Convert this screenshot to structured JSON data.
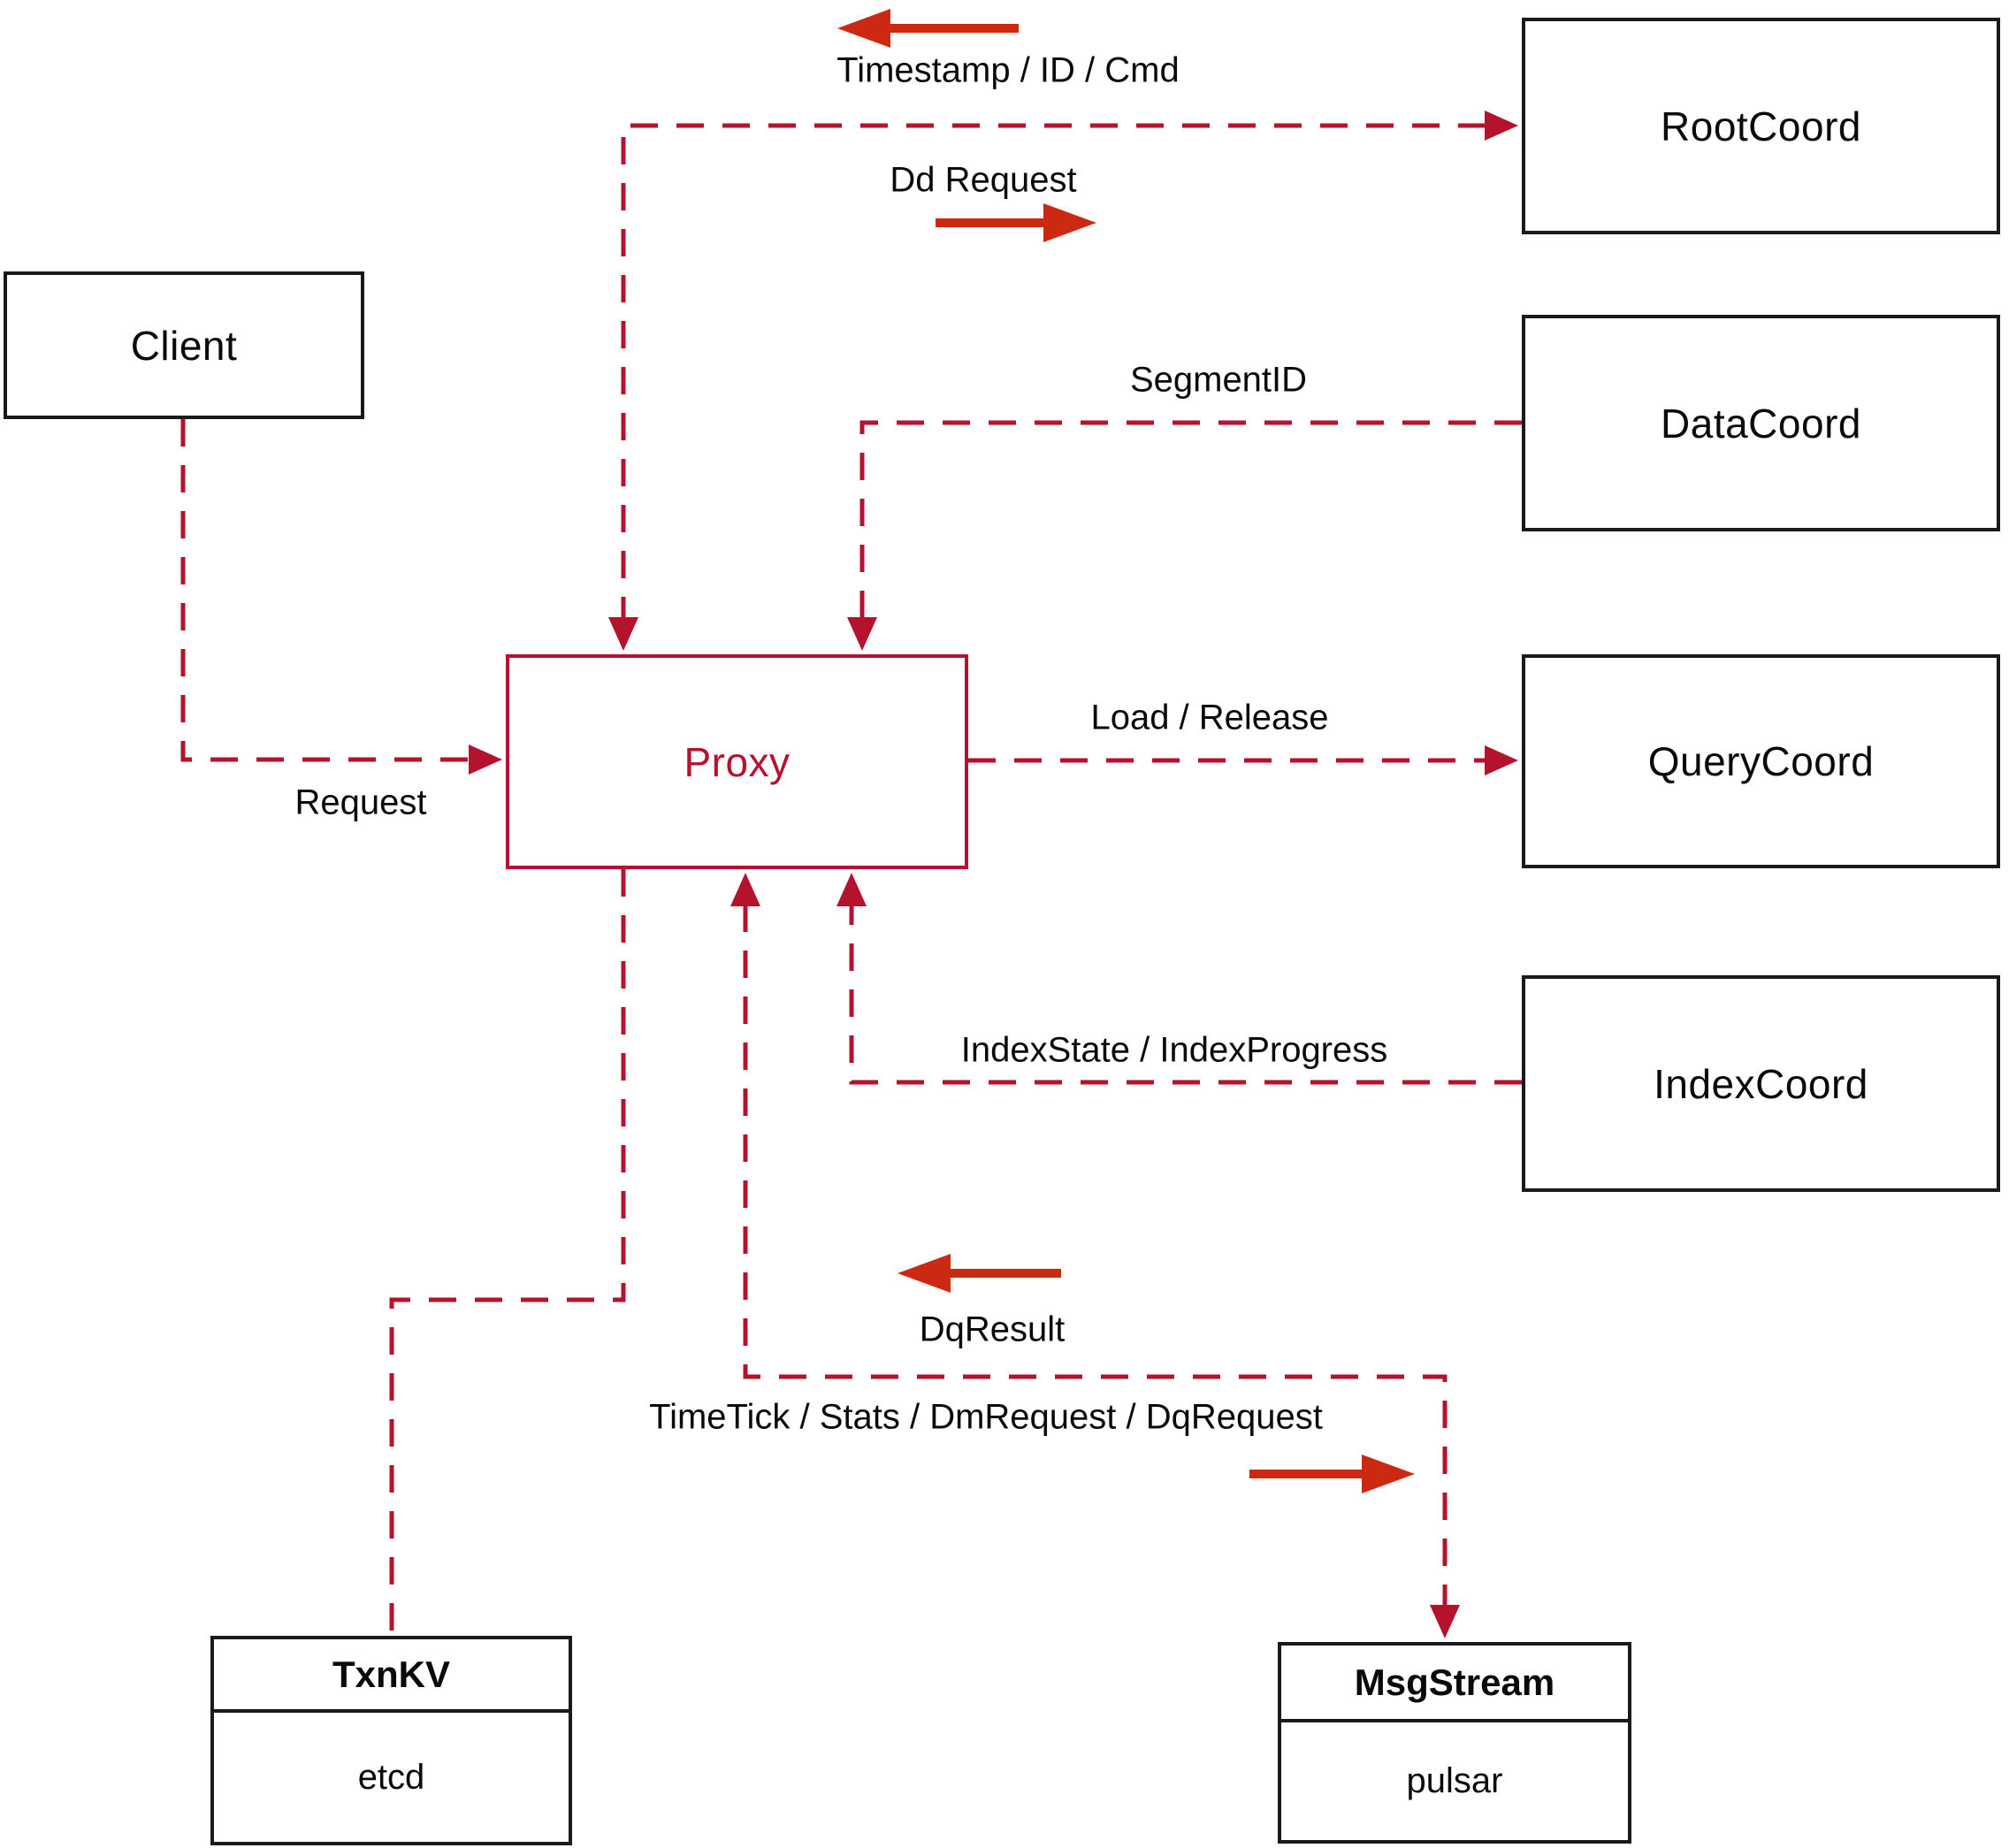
{
  "diagram": {
    "colors": {
      "dashed_line": "#b5122e",
      "solid_arrow": "#cc2912",
      "box_border": "#1a1a1a",
      "text": "#0a0a0a"
    },
    "nodes": {
      "client": {
        "label": "Client"
      },
      "proxy": {
        "label": "Proxy"
      },
      "rootcoord": {
        "label": "RootCoord"
      },
      "datacoord": {
        "label": "DataCoord"
      },
      "querycoord": {
        "label": "QueryCoord"
      },
      "indexcoord": {
        "label": "IndexCoord"
      },
      "txnkv": {
        "title": "TxnKV",
        "sublabel": "etcd"
      },
      "msgstream": {
        "title": "MsgStream",
        "sublabel": "pulsar"
      }
    },
    "edges": [
      {
        "between": [
          "proxy",
          "rootcoord"
        ],
        "style": "dashed",
        "bidirectional": true,
        "labels": [
          {
            "text": "Timestamp / ID / Cmd",
            "arrow": "left"
          },
          {
            "text": "Dd Request",
            "arrow": "right"
          }
        ]
      },
      {
        "between": [
          "datacoord",
          "proxy"
        ],
        "style": "dashed",
        "bidirectional": false,
        "labels": [
          {
            "text": "SegmentID",
            "arrow": "none"
          }
        ]
      },
      {
        "between": [
          "proxy",
          "querycoord"
        ],
        "style": "dashed",
        "bidirectional": false,
        "labels": [
          {
            "text": "Load / Release",
            "arrow": "none"
          }
        ]
      },
      {
        "between": [
          "client",
          "proxy"
        ],
        "style": "dashed",
        "bidirectional": false,
        "labels": [
          {
            "text": "Request",
            "arrow": "none"
          }
        ]
      },
      {
        "between": [
          "indexcoord",
          "proxy"
        ],
        "style": "dashed",
        "bidirectional": false,
        "labels": [
          {
            "text": "IndexState / IndexProgress",
            "arrow": "none"
          }
        ]
      },
      {
        "between": [
          "proxy",
          "msgstream"
        ],
        "style": "dashed",
        "bidirectional": true,
        "labels": [
          {
            "text": "DqResult",
            "arrow": "left"
          },
          {
            "text": "TimeTick / Stats / DmRequest / DqRequest",
            "arrow": "right"
          }
        ]
      },
      {
        "between": [
          "proxy",
          "txnkv"
        ],
        "style": "dashed",
        "bidirectional": false,
        "labels": []
      }
    ]
  }
}
